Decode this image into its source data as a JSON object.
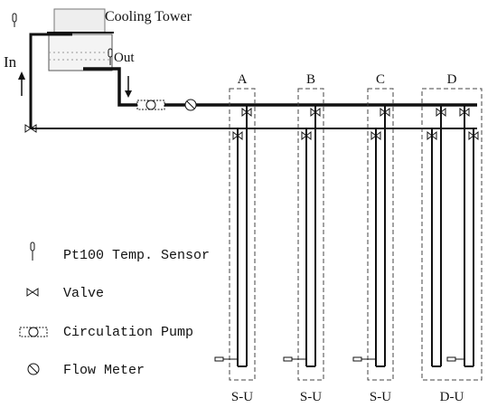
{
  "title": "Cooling Tower",
  "labels": {
    "in": "In",
    "out": "Out"
  },
  "loops": [
    {
      "id": "A",
      "type": "S-U"
    },
    {
      "id": "B",
      "type": "S-U"
    },
    {
      "id": "C",
      "type": "S-U"
    },
    {
      "id": "D",
      "type": "D-U"
    }
  ],
  "legend": [
    {
      "icon": "temperature-sensor-icon",
      "label": "Pt100 Temp. Sensor"
    },
    {
      "icon": "valve-icon",
      "label": "Valve"
    },
    {
      "icon": "circulation-pump-icon",
      "label": "Circulation Pump"
    },
    {
      "icon": "flow-meter-icon",
      "label": "Flow Meter"
    }
  ],
  "colors": {
    "line": "#111111",
    "dash": "#444444"
  }
}
